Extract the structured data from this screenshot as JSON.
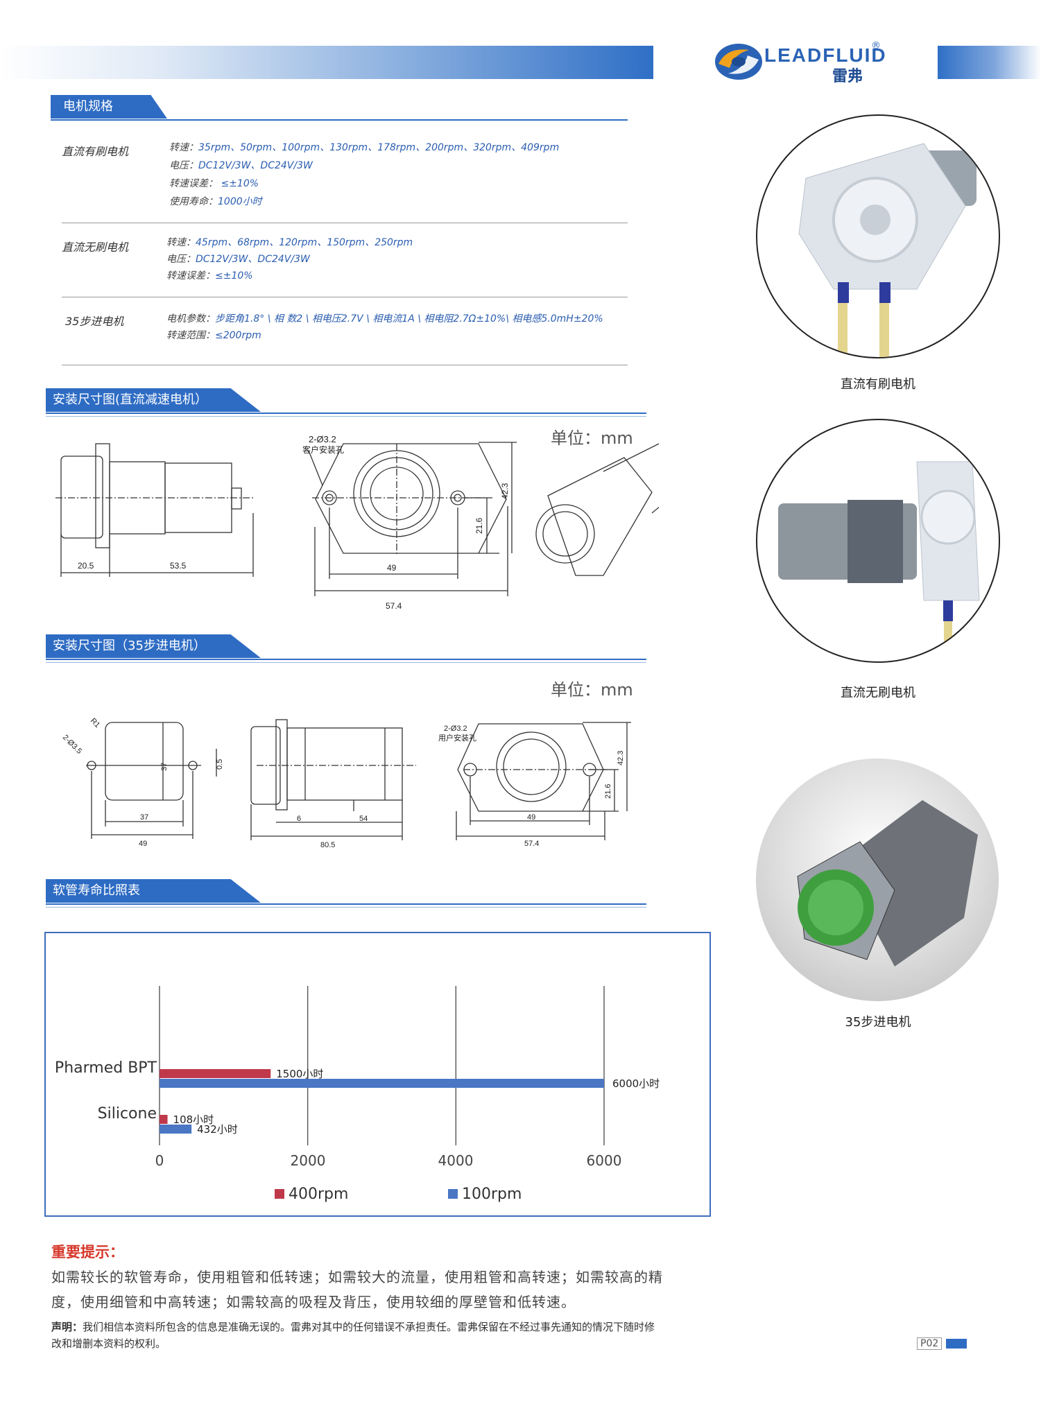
{
  "brand": {
    "name_en": "LEADFLUID",
    "name_cn": "雷弗",
    "reg": "®"
  },
  "sections": {
    "motor_specs": "电机规格",
    "dims_dc": "安装尺寸图(直流减速电机）",
    "dims_stepper": "安装尺寸图（35步进电机）",
    "tube_life": "软管寿命比照表"
  },
  "motors": [
    {
      "name": "直流有刷电机",
      "lines": [
        {
          "k": "转速：",
          "v": "35rpm、50rpm、100rpm、130rpm、178rpm、200rpm、320rpm、409rpm"
        },
        {
          "k": "电压：",
          "v": "DC12V/3W、DC24V/3W"
        },
        {
          "k": "转速误差：",
          "v": " ≤±10%"
        },
        {
          "k": "使用寿命：",
          "v": "1000小时"
        }
      ]
    },
    {
      "name": "直流无刷电机",
      "lines": [
        {
          "k": "转速：",
          "v": "45rpm、68rpm、120rpm、150rpm、250rpm"
        },
        {
          "k": "电压：",
          "v": "DC12V/3W、DC24V/3W"
        },
        {
          "k": "转速误差：",
          "v": "≤±10%"
        }
      ]
    },
    {
      "name": "35步进电机",
      "lines": [
        {
          "k": "电机参数：",
          "v": "步距角1.8° \\ 相  数2 \\ 相电压2.7V \\ 相电流1A \\ 相电阻2.7Ω±10%\\ 相电感5.0mH±20%"
        },
        {
          "k": "转速范围：",
          "v": "≤200rpm"
        }
      ]
    }
  ],
  "photo_captions": [
    "直流有刷电机",
    "直流无刷电机",
    "35步进电机"
  ],
  "unit_label": "单位：mm",
  "dims_dc": {
    "hole": "2-Ø3.2",
    "hole_note": "客户安装孔",
    "d1": "20.5",
    "d2": "53.5",
    "d3": "49",
    "d4": "57.4",
    "d5": "21.6",
    "d6": "42.3"
  },
  "dims_stepper": {
    "r": "R1",
    "hole_left": "2-Ø3.5",
    "d37h": "37",
    "d05": "0.5",
    "d37": "37",
    "d49": "49",
    "d6": "6",
    "d54": "54",
    "d805": "80.5",
    "hole": "2-Ø3.2",
    "hole_note": "用户安装孔",
    "d49b": "49",
    "d574": "57.4",
    "d216": "21.6",
    "d423": "42.3"
  },
  "chart_data": {
    "type": "bar",
    "orientation": "horizontal",
    "categories": [
      "Pharmed BPT",
      "Silicone"
    ],
    "series": [
      {
        "name": "400rpm",
        "color": "#c0394b",
        "values": [
          1500,
          108
        ],
        "labels": [
          "1500小时",
          "108小时"
        ]
      },
      {
        "name": "100rpm",
        "color": "#4a76c4",
        "values": [
          6000,
          432
        ],
        "labels": [
          "6000小时",
          "432小时"
        ]
      }
    ],
    "xticks": [
      "0",
      "2000",
      "4000",
      "6000"
    ],
    "xlim": [
      0,
      6000
    ],
    "grid": true,
    "legend": "bottom"
  },
  "tips": {
    "title": "重要提示：",
    "line1": "如需较长的软管寿命，使用粗管和低转速；如需较大的流量，使用粗管和高转速；如需较高的精",
    "line2": "度，使用细管和中高转速；如需较高的吸程及背压，使用较细的厚壁管和低转速。"
  },
  "declaration": {
    "label": "声明：",
    "line1": "我们相信本资料所包含的信息是准确无误的。雷弗对其中的任何错误不承担责任。雷弗保留在不经过事先通知的情况下随时修",
    "line2": "改和增删本资料的权利。"
  },
  "page_no": "P02"
}
